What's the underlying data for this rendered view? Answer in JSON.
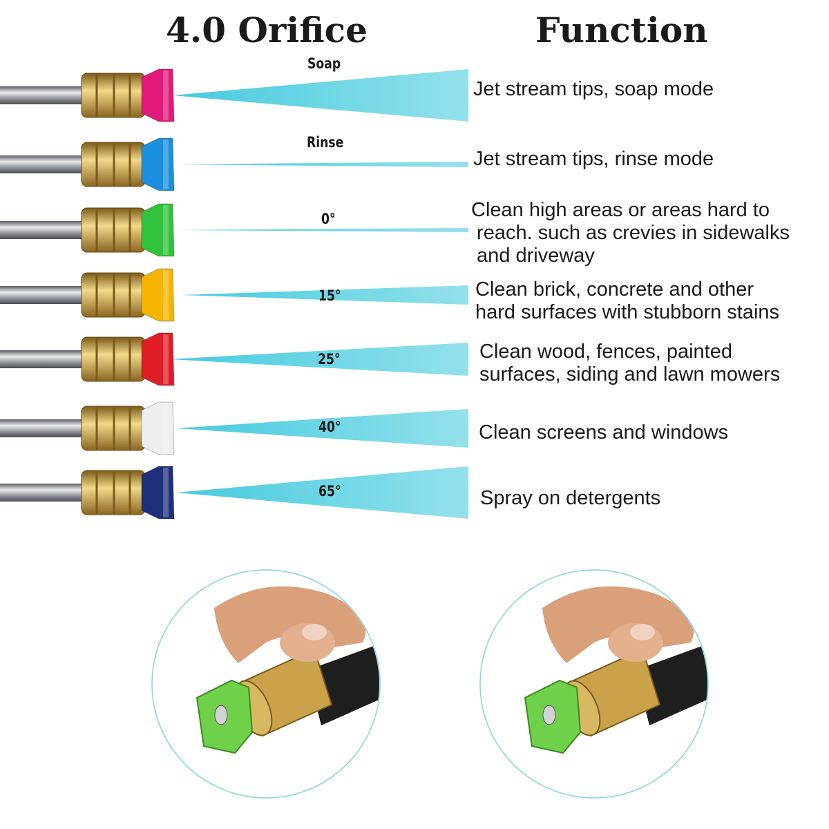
{
  "header": {
    "left_title": "4.0 Orifice",
    "right_title": "Function"
  },
  "colors": {
    "spray": "#3cc8dc",
    "brass": "#c9a24a",
    "steel": "#9aa0a6",
    "circle_outline": "#7fd6e0"
  },
  "tips": [
    {
      "label": "Soap",
      "color": "#e2187a",
      "description": "Jet stream tips, soap mode"
    },
    {
      "label": "Rinse",
      "color": "#1a8fe0",
      "description": "Jet stream tips, rinse mode"
    },
    {
      "label": "0°",
      "color": "#2fc23a",
      "description": "Clean high areas or areas hard to\n reach. such as crevies in sidewalks\n and driveway"
    },
    {
      "label": "15°",
      "color": "#f5b400",
      "description": "Clean brick, concrete and other\nhard surfaces with stubborn stains"
    },
    {
      "label": "25°",
      "color": "#e01c24",
      "description": "Clean wood, fences, painted\nsurfaces, siding and lawn mowers"
    },
    {
      "label": "40°",
      "color": "#eeeeee",
      "description": "Clean screens and windows"
    },
    {
      "label": "65°",
      "color": "#1f2f7a",
      "description": "Spray on detergents"
    }
  ],
  "photos": [
    {
      "icon": "hand-attaching-green-tip-image"
    },
    {
      "icon": "hand-attaching-green-tip-closeup-image"
    }
  ]
}
